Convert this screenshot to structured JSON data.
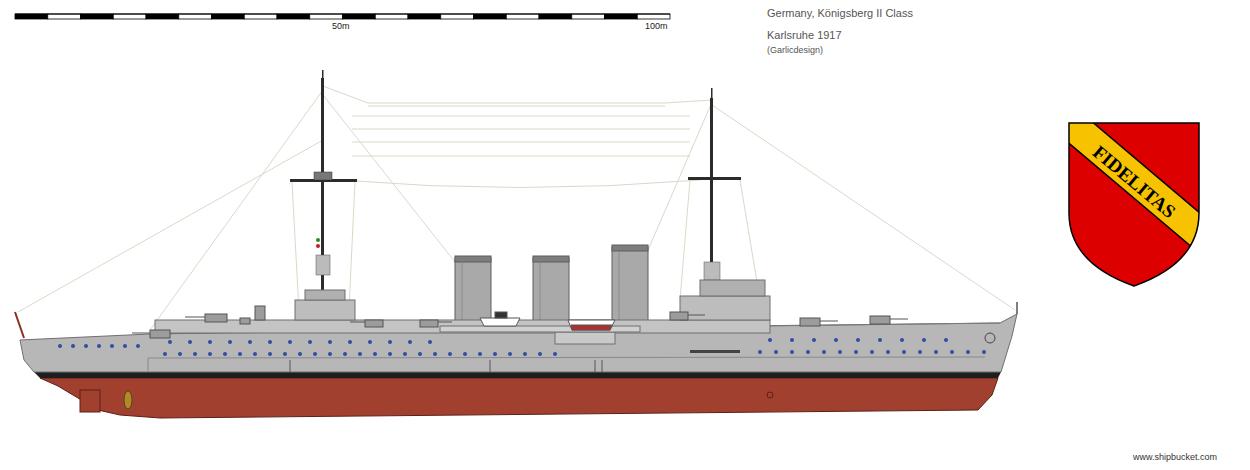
{
  "diagram": {
    "title": "Germany, Königsberg II Class",
    "nodes": [
      {
        "text": [
          "FIDELITAS"
        ]
      }
    ],
    "labels": [
      "Karlsruhe 1917",
      "(Garlicdesign)",
      "50m",
      "100m",
      "www.shipbucket.com"
    ]
  }
}
